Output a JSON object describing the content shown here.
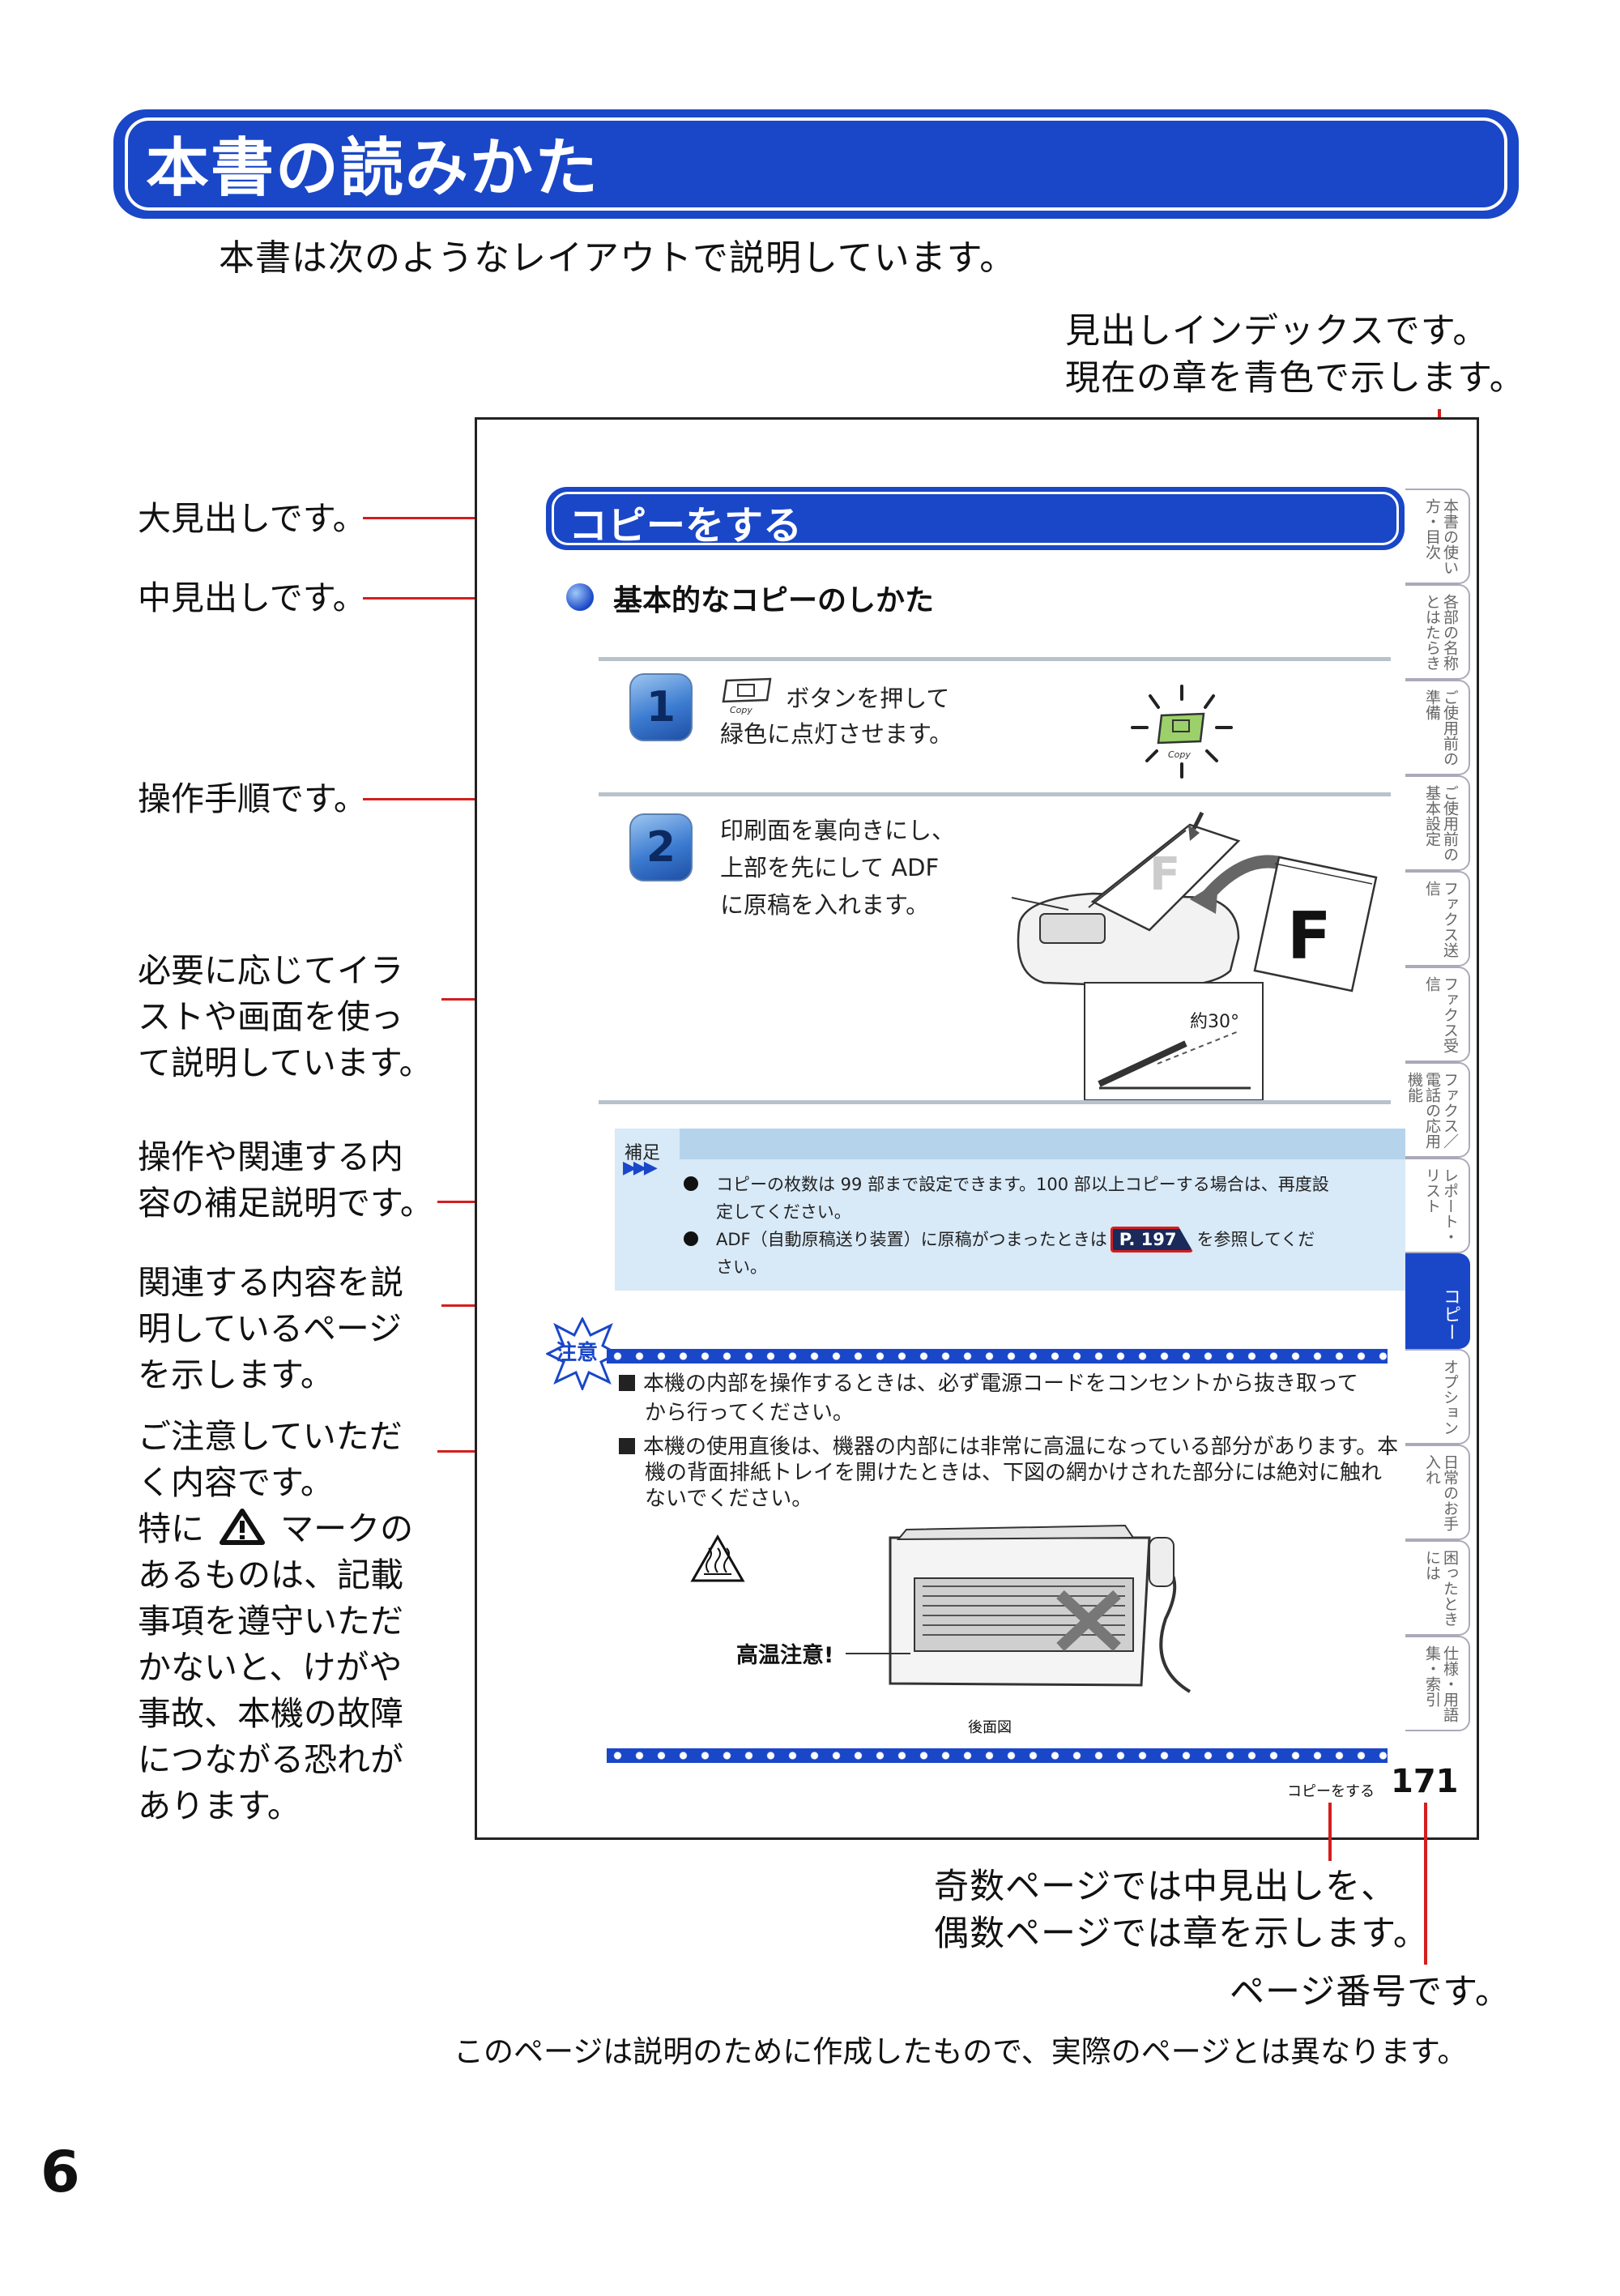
{
  "title": "本書の読みかた",
  "intro": "本書は次のようなレイアウトで説明しています。",
  "annotations": {
    "index_tab": [
      "見出しインデックスです。",
      "現在の章を青色で示します。"
    ],
    "main_heading": "大見出しです。",
    "sub_heading": "中見出しです。",
    "steps": "操作手順です。",
    "illustration": [
      "必要に応じてイラ",
      "ストや画面を使っ",
      "て説明しています。"
    ],
    "supplement": [
      "操作や関連する内",
      "容の補足説明です。"
    ],
    "related_page": [
      "関連する内容を説",
      "明しているページ",
      "を示します。"
    ],
    "caution": [
      "ご注意していただ",
      "く内容です。"
    ],
    "caution_detail_prefix": "特に",
    "caution_detail_suffix": "マークの",
    "caution_detail": [
      "あるものは、記載",
      "事項を遵守いただ",
      "かないと、けがや",
      "事故、本機の故障",
      "につながる恐れが",
      "あります。"
    ],
    "running_head": [
      "奇数ページでは中見出しを、",
      "偶数ページでは章を示します。"
    ],
    "page_number_label": "ページ番号です。"
  },
  "footnote": "このページは説明のために作成したもので、実際のページとは異なります。",
  "page_number": "6",
  "sample_page": {
    "heading": "コピーをする",
    "subheading": "基本的なコピーのしかた",
    "copy_key_label": "Copy",
    "steps": [
      {
        "number": "1",
        "line1_suffix": "ボタンを押して",
        "line2": "緑色に点灯させます。"
      },
      {
        "number": "2",
        "lines": [
          "印刷面を裏向きにし、",
          "上部を先にして ADF",
          "に原稿を入れます。"
        ]
      }
    ],
    "angle_label": "約30°",
    "paper_letter": "F",
    "note_label": "補足",
    "note_items": [
      [
        "コピーの枚数は 99 部まで設定できます。100 部以上コピーする場合は、再度設",
        "定してください。"
      ],
      [
        "ADF（自動原稿送り装置）に原稿がつまったときは",
        "を参照してくだ",
        "さい。"
      ]
    ],
    "page_ref": "P. 197",
    "caution_label": "注意",
    "caution_items": [
      [
        "本機の内部を操作するときは、必ず電源コードをコンセントから抜き取って",
        "から行ってください。"
      ],
      [
        "本機の使用直後は、機器の内部には非常に高温になっている部分があります。本",
        "機の背面排紙トレイを開けたときは、下図の網かけされた部分には絶対に触れ",
        "ないでください。"
      ]
    ],
    "hot_label": "高温注意!",
    "rear_view": "後面図",
    "running_head": "コピーをする",
    "page_number": "171",
    "tabs": [
      "本書の使い方・目次",
      "各部の名称とはたらき",
      "ご使用前の準備",
      "ご使用前の基本設定",
      "ファクス送信",
      "ファクス受信",
      "ファクス／電話の応用機能",
      "レポート・リスト",
      "コピー",
      "オプション",
      "日常のお手入れ",
      "困ったときには",
      "仕様・用語集・索引"
    ],
    "active_tab": "コピー"
  },
  "colors": {
    "accent": "#1a47c8",
    "leader": "#d41e1e",
    "note_bg": "#d8e9f7"
  }
}
